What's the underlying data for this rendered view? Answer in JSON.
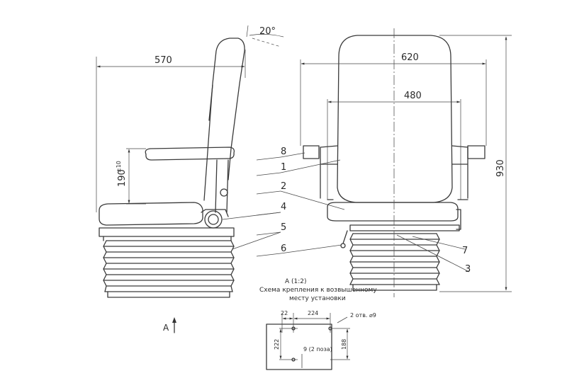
{
  "dimensions": {
    "side_width": "570",
    "tilt_angle": "20°",
    "armrest_height": "190",
    "armrest_tolerance": "±10",
    "front_width": "620",
    "inner_width": "480",
    "total_height": "930",
    "hole_spacing_x": "224",
    "hole_offset_x": "22",
    "hole_spacing_y": "222",
    "plate_height": "188"
  },
  "callouts": [
    "1",
    "2",
    "3",
    "4",
    "5",
    "6",
    "7",
    "8"
  ],
  "view_note": {
    "title": "A (1:2)",
    "line1": "Схема крепления к возвышенному",
    "line2": "месту установки"
  },
  "view_arrow": {
    "label": "A"
  },
  "holes_note": "2 отв. ⌀9",
  "position_note": "9 (2 поза)"
}
